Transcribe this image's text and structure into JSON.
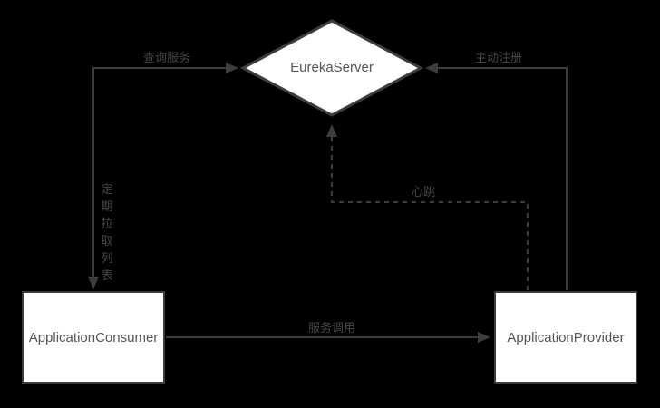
{
  "diagram": {
    "colors": {
      "background": "#000000",
      "stroke": "#3d3d3d",
      "node_fill": "#ffffff",
      "node_text": "#565656",
      "label_text": "#474747"
    },
    "nodes": {
      "eureka_server": {
        "label": "EurekaServer",
        "shape": "diamond"
      },
      "application_consumer": {
        "label": "ApplicationConsumer",
        "shape": "rectangle"
      },
      "application_provider": {
        "label": "ApplicationProvider",
        "shape": "rectangle"
      }
    },
    "edges": {
      "query_service": {
        "label": "查询服务",
        "from": "ApplicationConsumer",
        "to": "EurekaServer",
        "style": "solid"
      },
      "pull_list": {
        "label": "定期拉取列表",
        "from": "EurekaServer",
        "to": "ApplicationConsumer",
        "style": "solid"
      },
      "register": {
        "label": "主动注册",
        "from": "ApplicationProvider",
        "to": "EurekaServer",
        "style": "solid"
      },
      "heartbeat": {
        "label": "心跳",
        "from": "ApplicationProvider",
        "to": "EurekaServer",
        "style": "dashed"
      },
      "service_call": {
        "label": "服务调用",
        "from": "ApplicationConsumer",
        "to": "ApplicationProvider",
        "style": "solid"
      }
    }
  }
}
